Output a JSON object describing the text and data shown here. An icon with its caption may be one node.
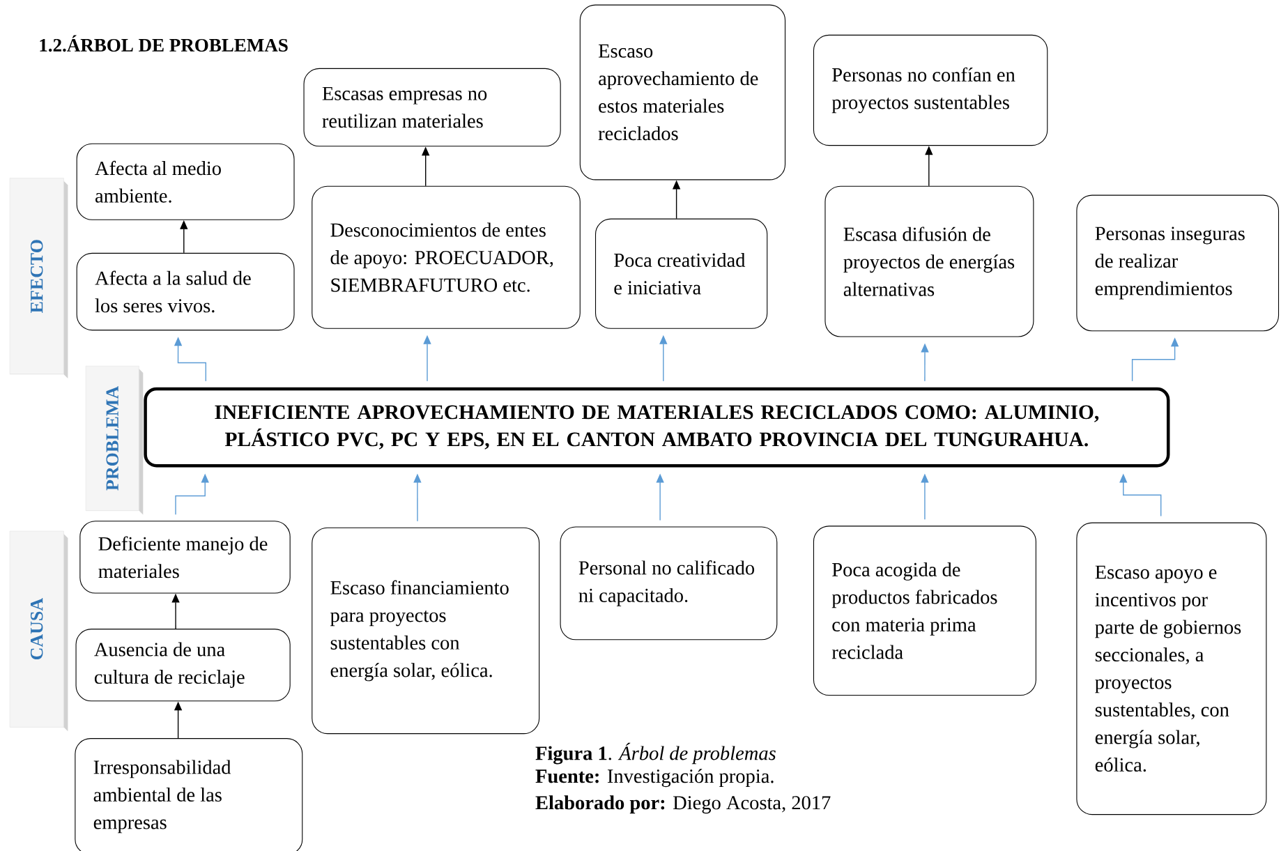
{
  "diagram": {
    "title": "1.2.ÁRBOL DE PROBLEMAS",
    "caption": "**Figura 1**. *Árbol de problemas*",
    "nodes": [
      {
        "text": [
          "EFECTO"
        ]
      },
      {
        "text": [
          "PROBLEMA"
        ]
      },
      {
        "text": [
          "CAUSA"
        ]
      },
      {
        "text": [
          "Afecta al medio ambiente."
        ]
      },
      {
        "text": [
          "Afecta a la salud de los seres vivos."
        ]
      },
      {
        "text": [
          "Escasas empresas no reutilizan materiales"
        ]
      },
      {
        "text": [
          "Desconocimientos de entes de apoyo: PROECUADOR, SIEMBRAFUTURO etc."
        ]
      },
      {
        "text": [
          "Escaso aprovechamiento de estos materiales reciclados"
        ]
      },
      {
        "text": [
          "Poca creatividad e iniciativa"
        ]
      },
      {
        "text": [
          "Personas no confían en proyectos sustentables"
        ]
      },
      {
        "text": [
          "Escasa difusión de proyectos de energías alternativas"
        ]
      },
      {
        "text": [
          "Personas inseguras de realizar emprendimientos"
        ]
      },
      {
        "text": [
          "INEFICIENTE APROVECHAMIENTO DE MATERIALES RECICLADOS COMO: ALUMINIO, PLÁSTICO PVC, PC Y EPS, EN EL CANTON AMBATO PROVINCIA DEL TUNGURAHUA."
        ]
      },
      {
        "text": [
          "Deficiente manejo de materiales"
        ]
      },
      {
        "text": [
          "Ausencia de una cultura de reciclaje"
        ]
      },
      {
        "text": [
          "Irresponsabilidad ambiental de las empresas"
        ]
      },
      {
        "text": [
          "Escaso financiamiento para proyectos sustentables con energía solar, eólica."
        ]
      },
      {
        "text": [
          "Personal no calificado ni capacitado."
        ]
      },
      {
        "text": [
          "Poca acogida de productos fabricados con materia prima reciclada"
        ]
      },
      {
        "text": [
          "Escaso apoyo e incentivos por parte de gobiernos seccionales, a proyectos sustentables, con energía solar, eólica."
        ]
      }
    ],
    "edges": [
      {
        "from": 4,
        "to": 3,
        "arrow": "to",
        "color": "#000000"
      },
      {
        "from": 6,
        "to": 5,
        "arrow": "to",
        "color": "#000000"
      },
      {
        "from": 8,
        "to": 7,
        "arrow": "to",
        "color": "#000000"
      },
      {
        "from": 10,
        "to": 9,
        "arrow": "to",
        "color": "#000000"
      },
      {
        "from": 12,
        "to": 4,
        "arrow": "to"
      },
      {
        "from": 12,
        "to": 6,
        "arrow": "to"
      },
      {
        "from": 12,
        "to": 8,
        "arrow": "to"
      },
      {
        "from": 12,
        "to": 10,
        "arrow": "to"
      },
      {
        "from": 12,
        "to": 11,
        "arrow": "to"
      },
      {
        "from": 13,
        "to": 12,
        "arrow": "to"
      },
      {
        "from": 16,
        "to": 12,
        "arrow": "to"
      },
      {
        "from": 17,
        "to": 12,
        "arrow": "to"
      },
      {
        "from": 18,
        "to": 12,
        "arrow": "to"
      },
      {
        "from": 19,
        "to": 12,
        "arrow": "to"
      },
      {
        "from": 14,
        "to": 13,
        "arrow": "to",
        "color": "#000000"
      },
      {
        "from": 15,
        "to": 14,
        "arrow": "to",
        "color": "#000000"
      }
    ],
    "labels": [
      "**Fuente:** Investigación propia.",
      "**Elaborado por:** Diego Acosta, 2017"
    ]
  }
}
